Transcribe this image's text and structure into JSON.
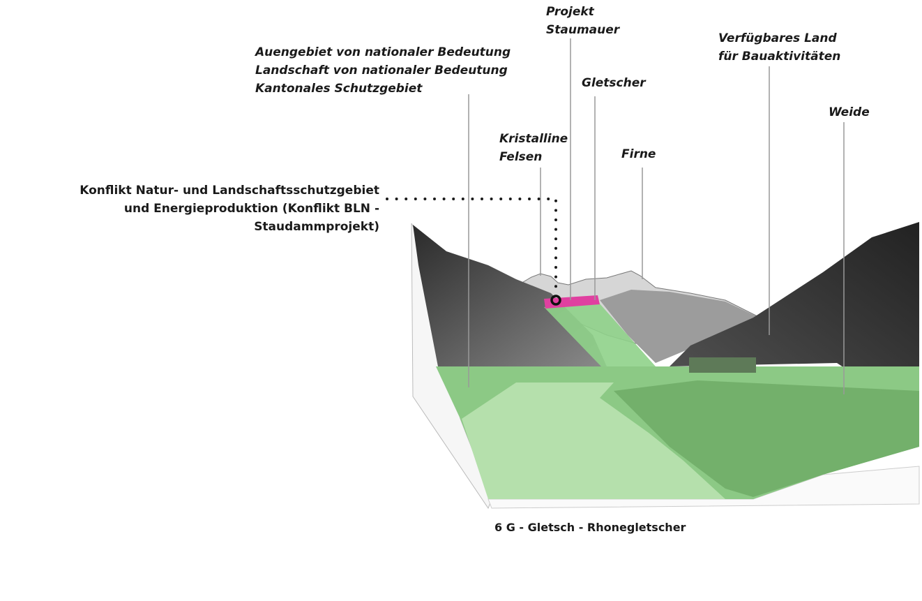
{
  "labels": {
    "auengebiet": [
      "Auengebiet von nationaler Bedeutung",
      "Landschaft von nationaler Bedeutung",
      "Kantonales Schutzgebiet"
    ],
    "staumauer": [
      "Projekt",
      "Staumauer"
    ],
    "gletscher": "Gletscher",
    "kristalline": [
      "Kristalline",
      "Felsen"
    ],
    "firne": "Firne",
    "verfuegbar": [
      "Verfügbares Land",
      "für Bauaktivitäten"
    ],
    "weide": "Weide"
  },
  "conflict": [
    "Konflikt Natur- und Landschaftsschutzgebiet",
    "und Energieproduktion (Konflikt BLN -",
    "Staudammprojekt)"
  ],
  "caption": "6 G - Gletsch - Rhonegletscher",
  "colors": {
    "protected_green": "#8fd18a",
    "dam_pink": "#e040a0",
    "leader": "#999999"
  }
}
